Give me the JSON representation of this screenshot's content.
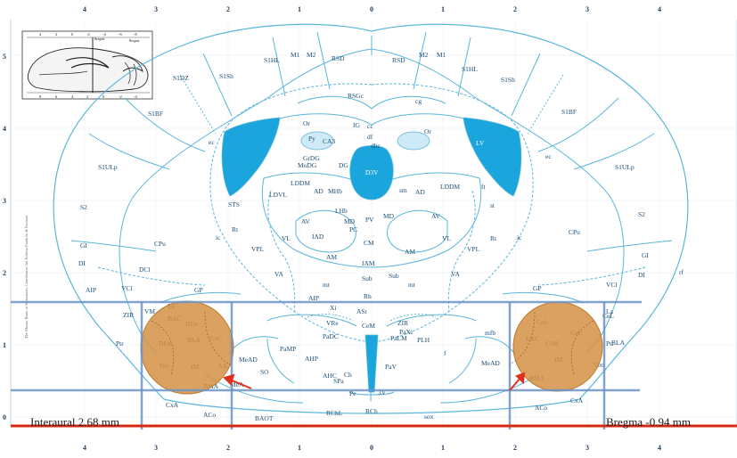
{
  "colors": {
    "outline": "#5bb6dc",
    "fill": "#1aa6dd",
    "roi": "#d39145",
    "band": "#6b93c4",
    "axisline": "#d62912",
    "text": "#1c4f76"
  },
  "axis": {
    "top": [
      "4",
      "3",
      "2",
      "1",
      "0",
      "1",
      "2",
      "3",
      "4"
    ],
    "bottom": [
      "4",
      "3",
      "2",
      "1",
      "0",
      "1",
      "2",
      "3",
      "4"
    ],
    "left": [
      "5",
      "4",
      "3",
      "2",
      "1",
      "0"
    ]
  },
  "side_caption": "The Mouse Brain in Stereotaxic Coordinates 3rd Edition Franklin & Paxinos",
  "inset": {
    "top_ticks": [
      "4",
      "2",
      "0",
      "-2",
      "-4",
      "-6",
      "-8"
    ],
    "bottom_ticks": [
      "8",
      "6",
      "4",
      "2",
      "0",
      "-2",
      "-4"
    ],
    "bregma_label": "Bregma",
    "lambda_label": "Bregma"
  },
  "interaural_label": "Interaural 2.68 mm",
  "bregma_label": "Bregma -0.94 mm",
  "labels": [
    "S1HL",
    "M1",
    "M2",
    "RSD",
    "RSD",
    "M2",
    "M1",
    "S1HL",
    "S1DZ",
    "S1Sh",
    "S1Sh",
    "RSGc",
    "cg",
    "S1BF",
    "S1BF",
    "ec",
    "IG",
    "cc",
    "Or",
    "Py",
    "CA3",
    "df",
    "Or",
    "dhc",
    "GrDG",
    "MoDG",
    "DG",
    "D3V",
    "LV",
    "ec",
    "S1ULp",
    "S1ULp",
    "LDDM",
    "LDDM",
    "ft",
    "AD",
    "MHb",
    "sm",
    "AD",
    "LDVL",
    "STS",
    "st",
    "LHb",
    "PV",
    "MD",
    "MD",
    "S2",
    "S2",
    "Rt",
    "ic",
    "AV",
    "AV",
    "ic",
    "Rt",
    "PC",
    "IAD",
    "VPL",
    "VL",
    "CM",
    "VL",
    "VPL",
    "CPu",
    "CPu",
    "GI",
    "GI",
    "DI",
    "DCl",
    "AM",
    "AM",
    "DI",
    "rf",
    "IAM",
    "VA",
    "VA",
    "AIP",
    "VCl",
    "GP",
    "Sub",
    "Sub",
    "Rh",
    "mt",
    "mt",
    "VCl",
    "GP",
    "AIP",
    "VM",
    "La",
    "La",
    "BAC",
    "ASt",
    "Xi",
    "VRe",
    "ZIR",
    "ZIR",
    "DEn",
    "CeL",
    "CeL",
    "DEn",
    "BLA",
    "CeC",
    "CeM",
    "PaXi",
    "PaDC",
    "PaLM",
    "PaMP",
    "PLH",
    "f",
    "mfb",
    "EAC",
    "CeM",
    "CeC",
    "BLA",
    "Ptr",
    "Ptr",
    "Ven",
    "IM",
    "AA",
    "MeAD",
    "AHP",
    "MeAD",
    "IM",
    "Ven",
    "SO",
    "AHC",
    "Ch",
    "SPa",
    "PaV",
    "BMA",
    "BMA",
    "MeA",
    "Pe",
    "3V",
    "CxA",
    "CxA",
    "ACo",
    "ACo",
    "BAOT",
    "RChL",
    "RCh",
    "sox"
  ]
}
